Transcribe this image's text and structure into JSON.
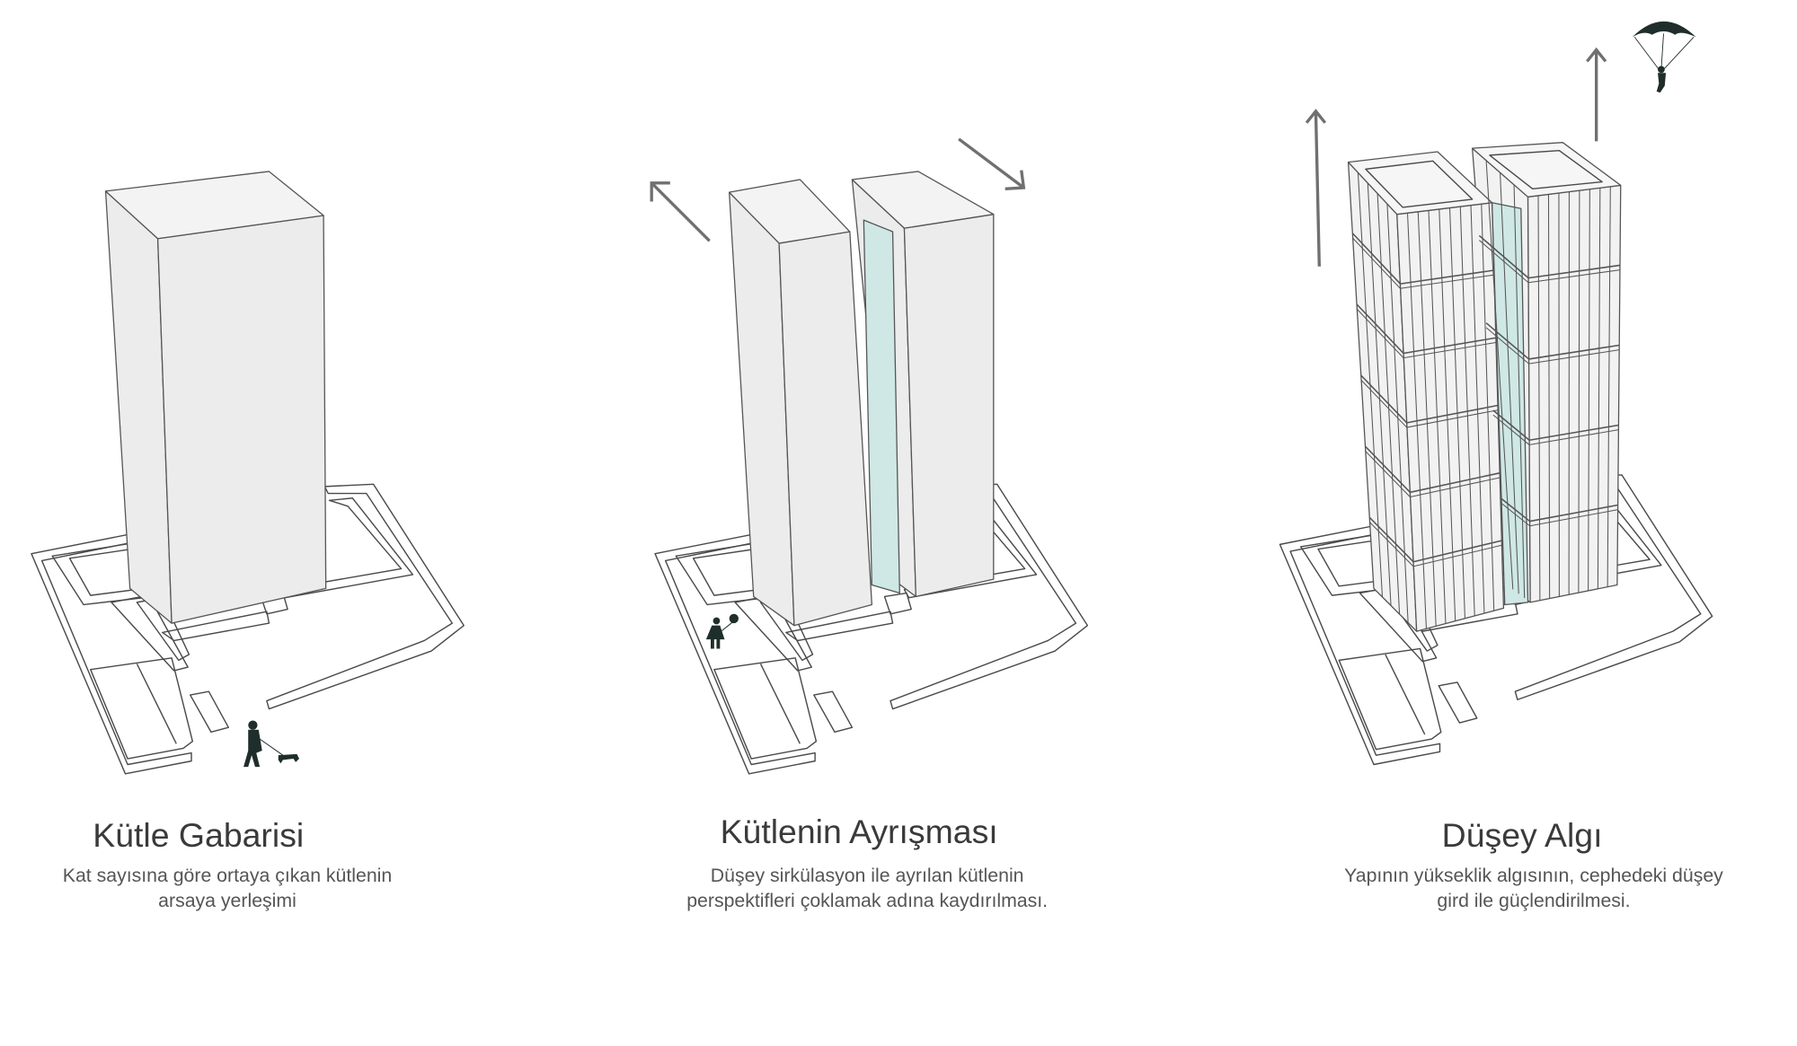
{
  "colors": {
    "face_top": "#f3f3f3",
    "face_side": "#ececec",
    "glass": "#cfe8e5",
    "line": "#4a4a4a",
    "figure": "#1f2e2b",
    "arrow": "#707070"
  },
  "panels": [
    {
      "title": "Kütle Gabarisi",
      "caption_line1": "Kat sayısına göre ortaya çıkan kütlenin",
      "caption_line2": "arsaya yerleşimi"
    },
    {
      "title": "Kütlenin Ayrışması",
      "caption_line1": "Düşey sirkülasyon ile ayrılan kütlenin",
      "caption_line2": "perspektifleri çoklamak adına kaydırılması."
    },
    {
      "title": "Düşey Algı",
      "caption_line1": "Yapının yükseklik algısının, cephedeki düşey",
      "caption_line2": "gird ile güçlendirilmesi."
    }
  ]
}
